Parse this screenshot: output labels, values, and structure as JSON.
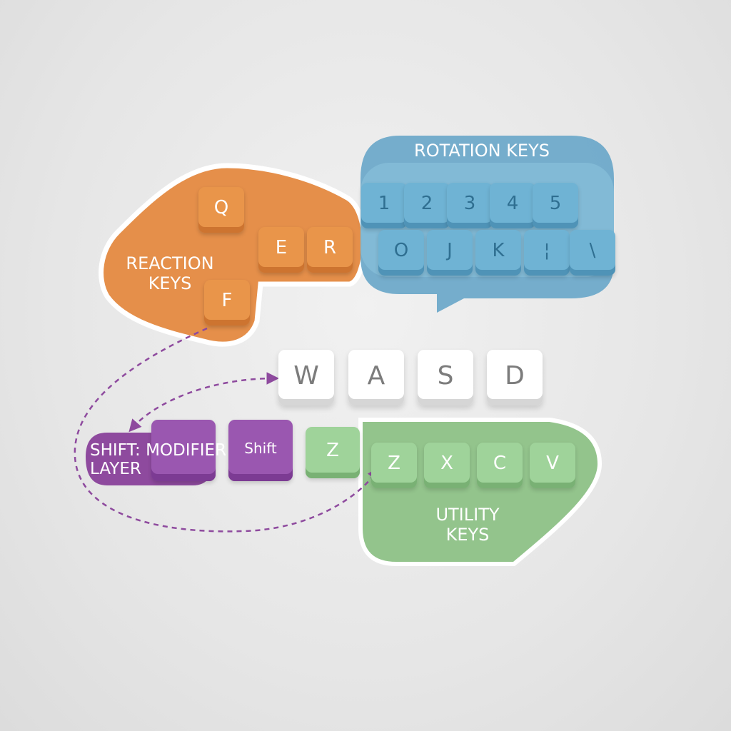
{
  "colors": {
    "reaction": "#e58f4a",
    "rotation": "#6aa7c9",
    "modifier": "#8e4a9e",
    "utility": "#93c48c",
    "movement": "#ffffff",
    "arrow": "#8e4a9e"
  },
  "groups": {
    "reaction": {
      "label": "REACTION\nKEYS",
      "keys": [
        "Q",
        "E",
        "R",
        "F"
      ]
    },
    "rotation": {
      "label": "ROTATION KEYS",
      "row1": [
        "1",
        "2",
        "3",
        "4",
        "5"
      ],
      "row2": [
        "O",
        "J",
        "K",
        "¦",
        "\\"
      ]
    },
    "movement": {
      "keys": [
        "W",
        "A",
        "S",
        "D"
      ]
    },
    "modifier": {
      "label": "SHIFT: MODIFIER\nLAYER",
      "key_label": "Shift"
    },
    "utility": {
      "label": "UTILITY\nKEYS",
      "lone_key": "Z",
      "keys": [
        "Z",
        "X",
        "C",
        "V"
      ]
    }
  }
}
